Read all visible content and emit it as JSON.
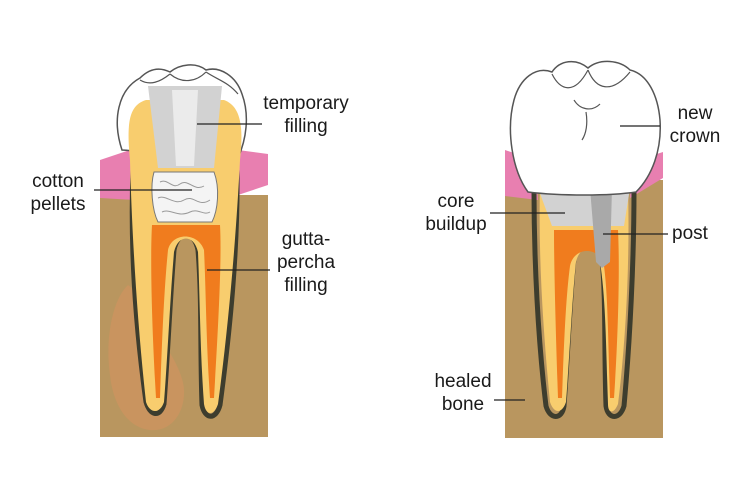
{
  "labels": {
    "temporary_filling": [
      "temporary",
      "filling"
    ],
    "cotton_pellets": [
      "cotton",
      "pellets"
    ],
    "gutta_percha_filling": [
      "gutta-",
      "percha",
      "filling"
    ],
    "new_crown": [
      "new",
      "crown"
    ],
    "core_buildup": [
      "core",
      "buildup"
    ],
    "post": "post",
    "healed_bone": [
      "healed",
      "bone"
    ]
  },
  "colors": {
    "bone": "#b9965f",
    "abscess": "#c9945f",
    "gum": "#e87fb0",
    "dentin": "#f8cd6e",
    "pulp": "#f07c1e",
    "enamel": "#ffffff",
    "temporary": "#d2d2d2",
    "post": "#a9a9a9",
    "membrane": "#3d3d2e",
    "outline": "#555555"
  }
}
